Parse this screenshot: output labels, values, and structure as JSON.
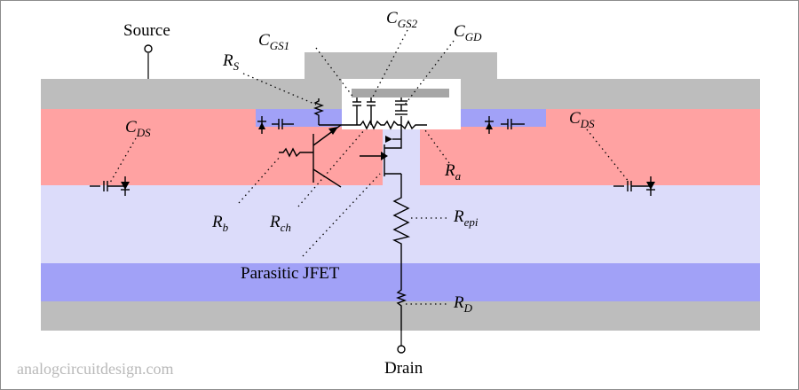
{
  "labels": {
    "source": "Source",
    "drain": "Drain",
    "rs": "R",
    "rs_sub": "S",
    "cgs1": "C",
    "cgs1_sub": "GS1",
    "cgs2": "C",
    "cgs2_sub": "GS2",
    "cgd": "C",
    "cgd_sub": "GD",
    "cds_left": "C",
    "cds_left_sub": "DS",
    "cds_right": "C",
    "cds_right_sub": "DS",
    "rb": "R",
    "rb_sub": "b",
    "rch": "R",
    "rch_sub": "ch",
    "ra": "R",
    "ra_sub": "a",
    "repi": "R",
    "repi_sub": "epi",
    "rd": "R",
    "rd_sub": "D",
    "parasitic_jfet": "Parasitic JFET"
  },
  "watermark": "analogcircuitdesign.com",
  "colors": {
    "metal": "#bdbdbd",
    "p_body": "#ffa2a2",
    "n_plus": "#a1a1f7",
    "n_epi": "#dcdcfa",
    "oxide": "#ffffff",
    "gate": "#a6a6a6"
  }
}
